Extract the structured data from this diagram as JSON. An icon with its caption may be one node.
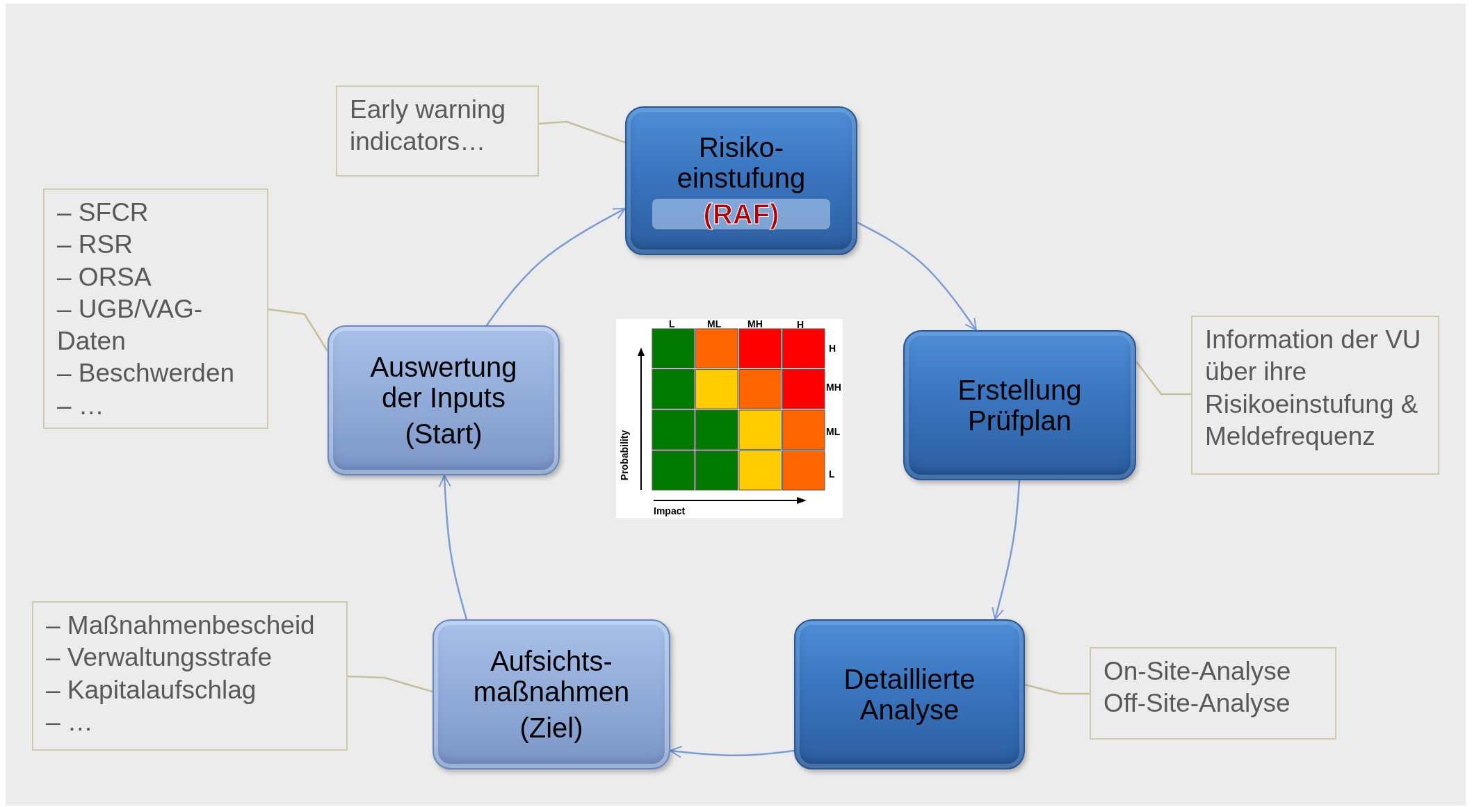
{
  "diagram": {
    "nodes": [
      {
        "text": [
          "Risiko- einstufung",
          "(RAF)"
        ]
      },
      {
        "text": [
          "Erstellung Prüfplan"
        ]
      },
      {
        "text": [
          "Detaillierte Analyse"
        ]
      },
      {
        "text": [
          "Aufsichts- maßnahmen",
          "(Ziel)"
        ]
      },
      {
        "text": [
          "Auswertung der Inputs",
          "(Start)"
        ]
      },
      {
        "text": [
          "Early warning indicators…"
        ]
      },
      {
        "text": [
          "– SFCR",
          "– RSR",
          "– ORSA",
          "– UGB/VAG-Daten",
          "– Beschwerden",
          "–  …"
        ]
      },
      {
        "text": [
          "Information der VU über ihre Risikoeinstufung & Meldefrequenz"
        ]
      },
      {
        "text": [
          "On-Site-Analyse",
          "Off-Site-Analyse"
        ]
      },
      {
        "text": [
          "– Maßnahmenbescheid",
          "– Verwaltungsstrafe",
          "– Kapitalaufschlag",
          "– …"
        ]
      }
    ],
    "edges": [
      {
        "from": 4,
        "to": 0,
        "arrow": "to"
      },
      {
        "from": 0,
        "to": 1,
        "arrow": "to"
      },
      {
        "from": 1,
        "to": 2,
        "arrow": "to"
      },
      {
        "from": 2,
        "to": 3,
        "arrow": "to"
      },
      {
        "from": 3,
        "to": 4,
        "arrow": "to"
      },
      {
        "from": 5,
        "to": 0,
        "arrow": "none",
        "color": "#c5c09a"
      },
      {
        "from": 6,
        "to": 4,
        "arrow": "none",
        "color": "#c5c09a"
      },
      {
        "from": 7,
        "to": 1,
        "arrow": "none",
        "color": "#c5c09a"
      },
      {
        "from": 8,
        "to": 2,
        "arrow": "none",
        "color": "#c5c09a"
      },
      {
        "from": 9,
        "to": 3,
        "arrow": "none",
        "color": "#c5c09a"
      }
    ],
    "labels": [
      "L",
      "ML",
      "MH",
      "H",
      "H",
      "MH",
      "ML",
      "L",
      "Probability",
      "Impact"
    ]
  }
}
